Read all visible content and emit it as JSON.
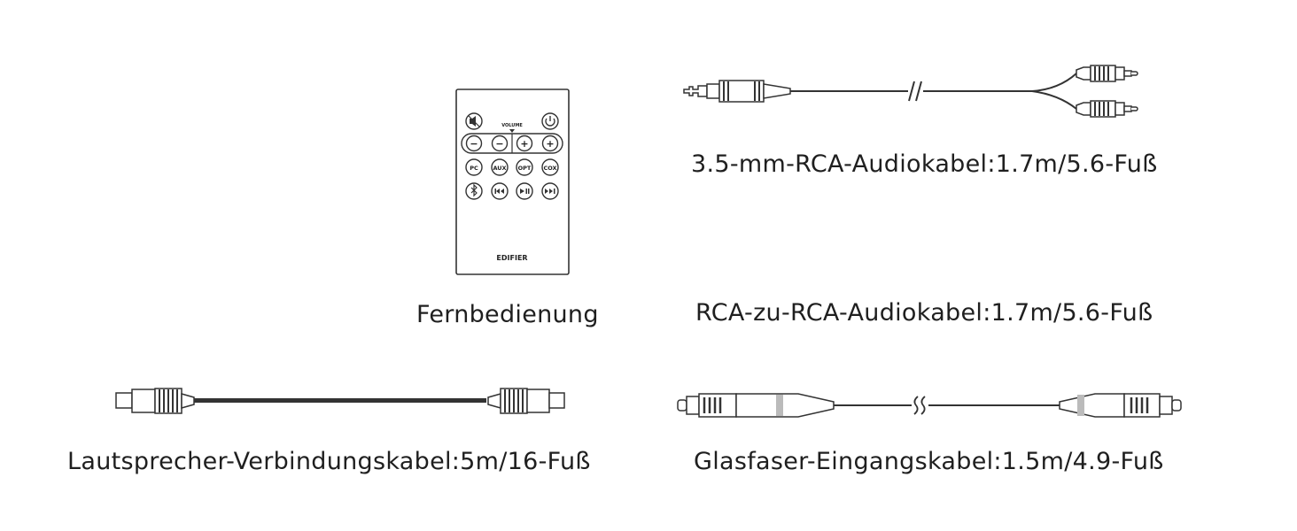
{
  "items": {
    "remote": {
      "caption": "Fernbedienung",
      "brand": "EDIFIER",
      "volume_label": "VOLUME",
      "buttons": {
        "minus": "−",
        "plus": "+",
        "pc": "PC",
        "aux": "AUX",
        "opt": "OPT",
        "cox": "COX"
      }
    },
    "aux_cable": {
      "caption": "3.5-mm-RCA-Audiokabel:1.7m/5.6-Fuß"
    },
    "rca_cable": {
      "caption": "RCA-zu-RCA-Audiokabel:1.7m/5.6-Fuß"
    },
    "speaker_cable": {
      "caption": "Lautsprecher-Verbindungskabel:5m/16-Fuß"
    },
    "optical_cable": {
      "caption": "Glasfaser-Eingangskabel:1.5m/4.9-Fuß"
    }
  },
  "icons": [
    "mute-icon",
    "power-icon",
    "bluetooth-icon",
    "previous-icon",
    "play-pause-icon",
    "next-icon"
  ]
}
